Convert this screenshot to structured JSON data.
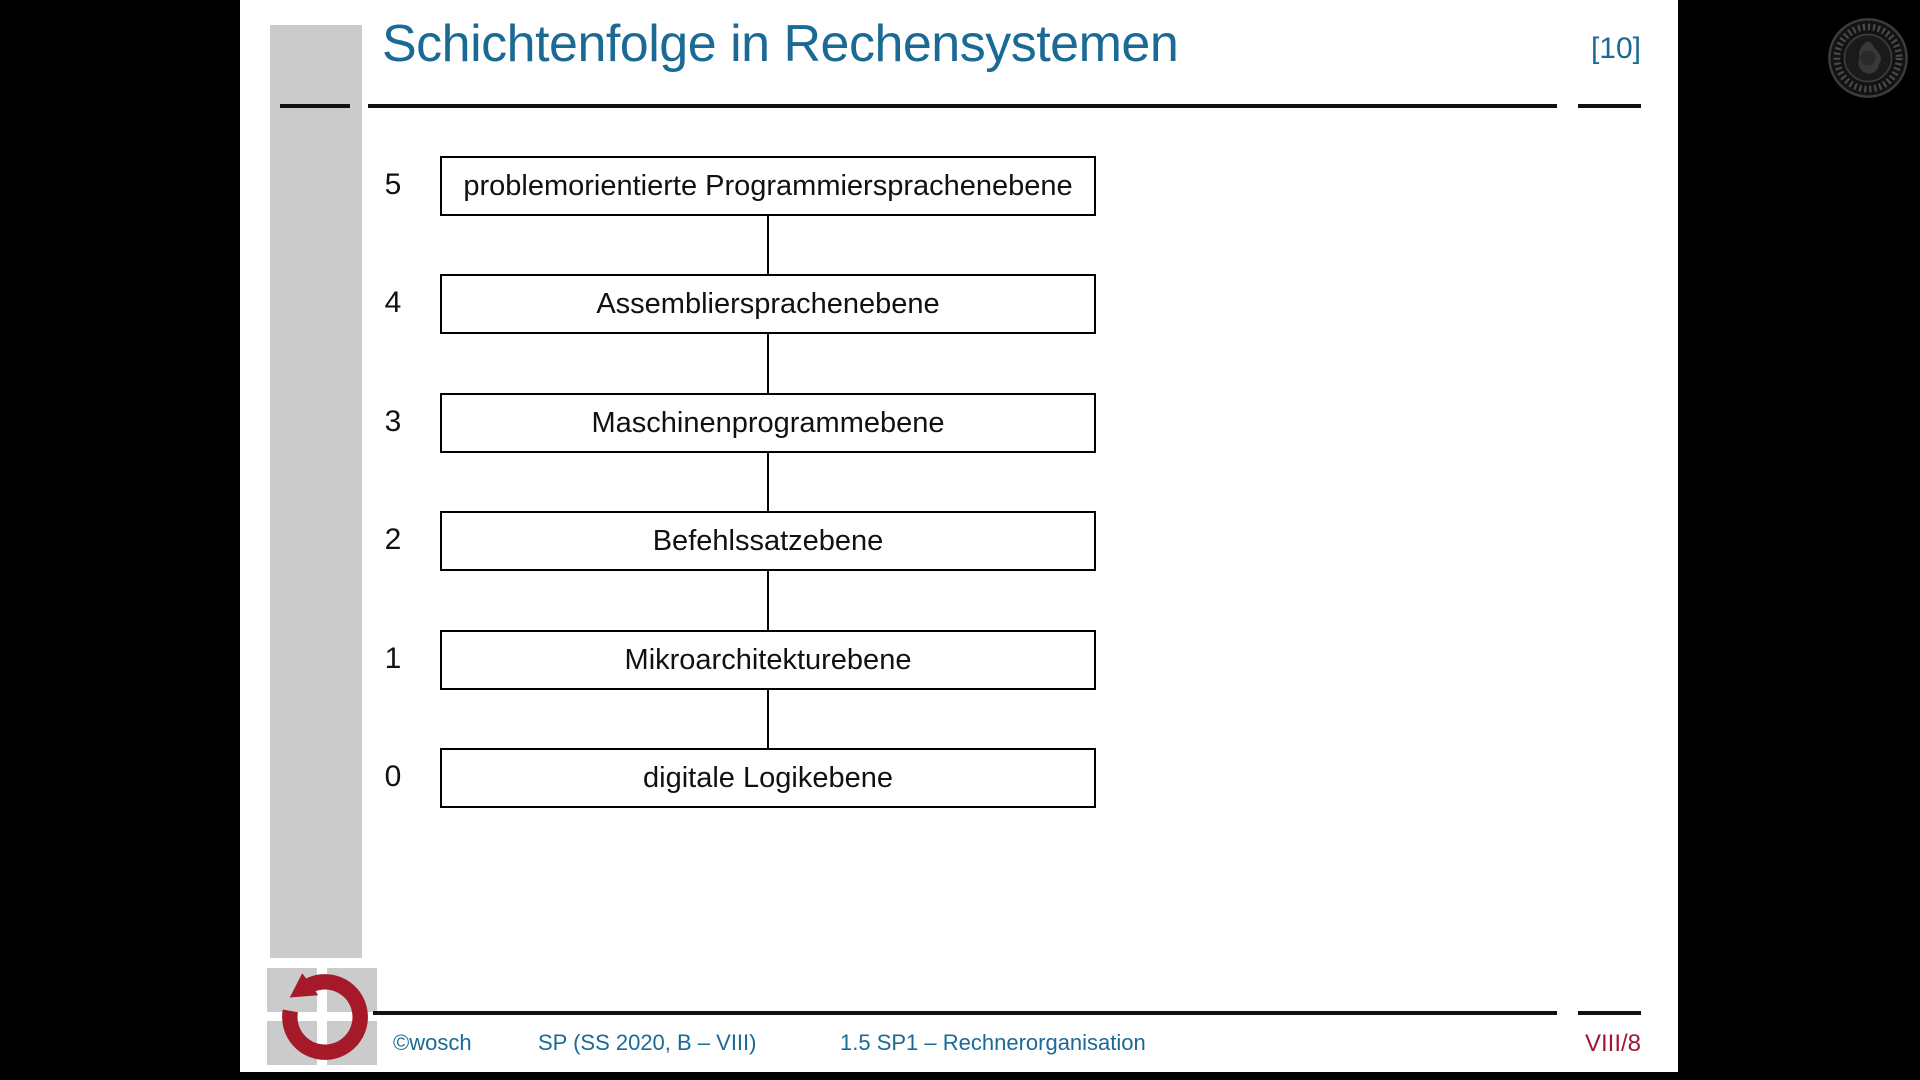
{
  "slide": {
    "title": "Schichtenfolge in Rechensystemen",
    "citation": "[10]",
    "layers": [
      {
        "level": "5",
        "label": "problemorientierte Programmiersprachenebene"
      },
      {
        "level": "4",
        "label": "Assembliersprachenebene"
      },
      {
        "level": "3",
        "label": "Maschinenprogrammebene"
      },
      {
        "level": "2",
        "label": "Befehlssatzebene"
      },
      {
        "level": "1",
        "label": "Mikroarchitekturebene"
      },
      {
        "level": "0",
        "label": "digitale Logikebene"
      }
    ],
    "footer": {
      "copyright": "©wosch",
      "course": "SP (SS 2020, B – VIII)",
      "section": "1.5 SP1 – Rechnerorganisation",
      "page": "VIII/8"
    },
    "icons": {
      "top_right": "university-seal-icon",
      "bottom_left": "circular-arrow-logo-icon"
    },
    "colors": {
      "accent_blue": "#1b6a96",
      "accent_red": "#a21635",
      "sidebar_gray": "#cbcbcb",
      "background": "#000000",
      "slide": "#ffffff"
    }
  }
}
